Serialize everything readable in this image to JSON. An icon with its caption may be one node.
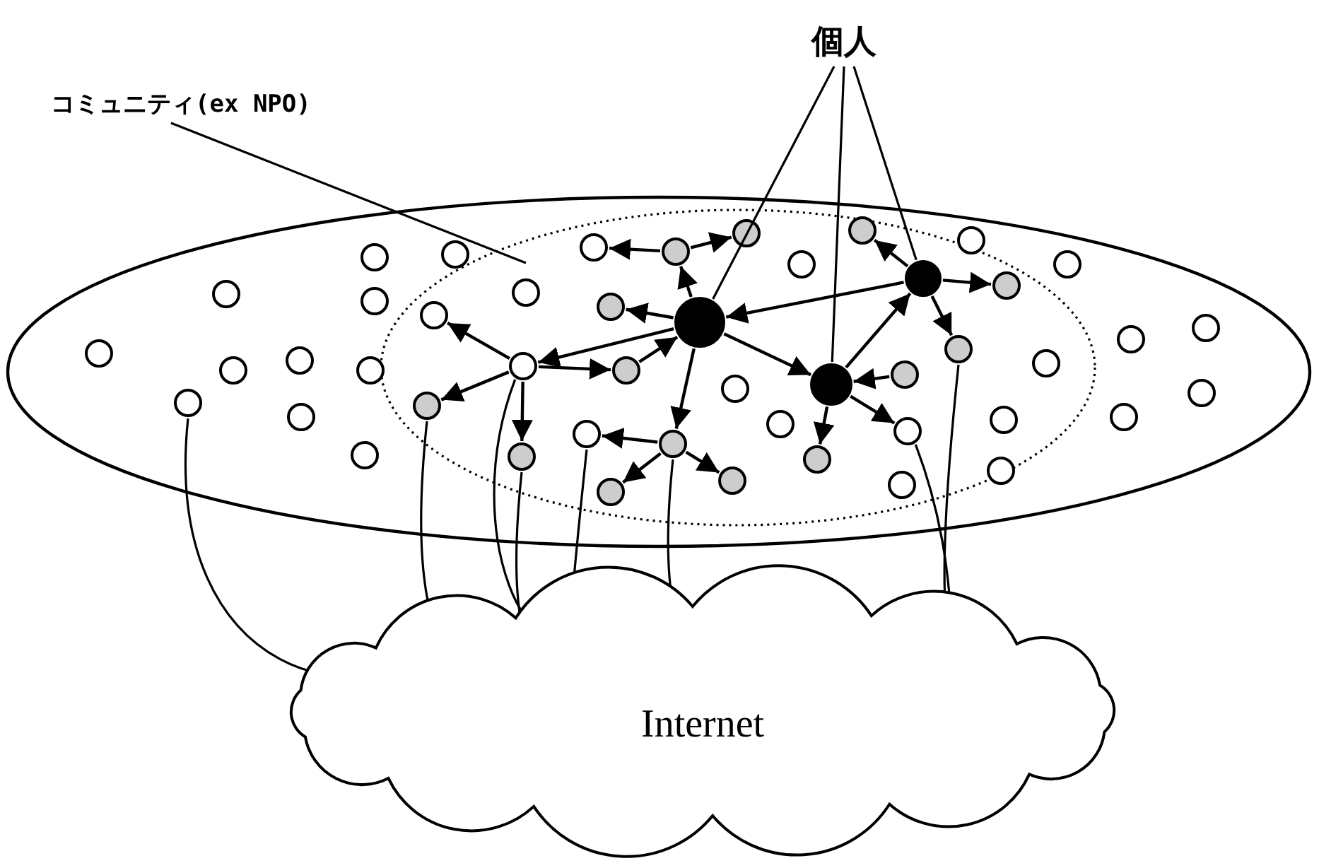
{
  "diagram": {
    "nodes": [
      {
        "text": [
          "個人"
        ]
      },
      {
        "text": [
          "コミュニティ(ex NPO)"
        ]
      },
      {
        "text": [],
        "shape": "ellipse"
      },
      {
        "text": [],
        "shape": "ellipse",
        "in": 2
      },
      {
        "text": [],
        "shape": "circle",
        "in": 2
      },
      {
        "text": [],
        "shape": "circle",
        "in": 2
      },
      {
        "text": [],
        "shape": "circle",
        "in": 2
      },
      {
        "text": [],
        "shape": "circle",
        "in": 2
      },
      {
        "text": [],
        "shape": "circle",
        "in": 2
      },
      {
        "text": [],
        "shape": "circle",
        "in": 2
      },
      {
        "text": [],
        "shape": "circle",
        "in": 2
      },
      {
        "text": [],
        "shape": "circle",
        "in": 2
      },
      {
        "text": [],
        "shape": "circle",
        "in": 2
      },
      {
        "text": [],
        "shape": "circle",
        "in": 2
      },
      {
        "text": [],
        "shape": "circle",
        "in": 2
      },
      {
        "text": [],
        "shape": "circle",
        "in": 2
      },
      {
        "text": [],
        "shape": "circle",
        "in": 2
      },
      {
        "text": [],
        "shape": "circle",
        "in": 2
      },
      {
        "text": [],
        "shape": "circle",
        "in": 2
      },
      {
        "text": [],
        "shape": "circle",
        "in": 2
      },
      {
        "text": [],
        "shape": "circle",
        "in": 3
      },
      {
        "text": [],
        "shape": "circle",
        "in": 3
      },
      {
        "text": [],
        "shape": "circle",
        "in": 3
      },
      {
        "text": [],
        "shape": "circle",
        "in": 3
      },
      {
        "text": [],
        "shape": "circle",
        "in": 3
      },
      {
        "text": [],
        "shape": "circle",
        "in": 3
      },
      {
        "text": [],
        "shape": "circle",
        "in": 3
      },
      {
        "text": [],
        "shape": "circle",
        "in": 3
      },
      {
        "text": [],
        "shape": "circle",
        "in": 3
      },
      {
        "text": [],
        "shape": "circle",
        "in": 3
      },
      {
        "text": [],
        "shape": "circle",
        "in": 3
      },
      {
        "text": [],
        "shape": "circle",
        "in": 3
      },
      {
        "text": [],
        "shape": "circle",
        "in": 3
      },
      {
        "text": [],
        "shape": "circle",
        "in": 3
      },
      {
        "text": [],
        "shape": "circle",
        "in": 3
      },
      {
        "text": [],
        "shape": "circle",
        "in": 3
      },
      {
        "text": [],
        "shape": "circle",
        "in": 3
      },
      {
        "text": [],
        "shape": "circle",
        "in": 3
      },
      {
        "text": [],
        "shape": "circle",
        "in": 3
      },
      {
        "text": [],
        "shape": "circle",
        "in": 3
      },
      {
        "text": [],
        "shape": "circle",
        "in": 3
      },
      {
        "text": [],
        "shape": "circle",
        "in": 3
      },
      {
        "text": [],
        "shape": "circle",
        "in": 3
      },
      {
        "text": [],
        "shape": "circle",
        "in": 3
      },
      {
        "text": [],
        "shape": "circle",
        "in": 3
      },
      {
        "text": [],
        "shape": "circle",
        "in": 3
      },
      {
        "text": [],
        "shape": "circle",
        "in": 3
      },
      {
        "text": [],
        "shape": "circle",
        "in": 3
      },
      {
        "text": [],
        "shape": "circle",
        "in": 3
      },
      {
        "text": [],
        "shape": "circle",
        "in": 3
      },
      {
        "text": [],
        "shape": "circle",
        "in": 3
      },
      {
        "text": [
          "Internet"
        ]
      }
    ],
    "edges": [
      {
        "from": 0,
        "to": 32,
        "arrow": "none"
      },
      {
        "from": 0,
        "to": 38,
        "arrow": "none"
      },
      {
        "from": 0,
        "to": 28,
        "arrow": "none"
      },
      {
        "from": 1,
        "to": 3,
        "arrow": "none"
      },
      {
        "from": 23,
        "to": 22,
        "arrow": "to"
      },
      {
        "from": 23,
        "to": 24,
        "arrow": "to"
      },
      {
        "from": 32,
        "to": 23,
        "arrow": "to"
      },
      {
        "from": 32,
        "to": 31,
        "arrow": "to"
      },
      {
        "from": 32,
        "to": 35,
        "arrow": "to"
      },
      {
        "from": 35,
        "to": 30,
        "arrow": "to"
      },
      {
        "from": 35,
        "to": 40,
        "arrow": "to"
      },
      {
        "from": 35,
        "to": 36,
        "arrow": "to"
      },
      {
        "from": 35,
        "to": 46,
        "arrow": "to"
      },
      {
        "from": 36,
        "to": 32,
        "arrow": "to"
      },
      {
        "from": 32,
        "to": 44,
        "arrow": "to"
      },
      {
        "from": 44,
        "to": 45,
        "arrow": "to"
      },
      {
        "from": 44,
        "to": 49,
        "arrow": "to"
      },
      {
        "from": 44,
        "to": 48,
        "arrow": "to"
      },
      {
        "from": 28,
        "to": 32,
        "arrow": "to"
      },
      {
        "from": 28,
        "to": 26,
        "arrow": "to"
      },
      {
        "from": 28,
        "to": 29,
        "arrow": "to"
      },
      {
        "from": 28,
        "to": 33,
        "arrow": "to"
      },
      {
        "from": 32,
        "to": 38,
        "arrow": "to"
      },
      {
        "from": 38,
        "to": 28,
        "arrow": "to"
      },
      {
        "from": 38,
        "to": 47,
        "arrow": "to"
      },
      {
        "from": 38,
        "to": 42,
        "arrow": "to"
      },
      {
        "from": 39,
        "to": 38,
        "arrow": "to"
      },
      {
        "from": 6,
        "to": 51,
        "arrow": "none"
      },
      {
        "from": 40,
        "to": 51,
        "arrow": "none"
      },
      {
        "from": 35,
        "to": 51,
        "arrow": "none"
      },
      {
        "from": 46,
        "to": 51,
        "arrow": "none"
      },
      {
        "from": 45,
        "to": 51,
        "arrow": "none"
      },
      {
        "from": 44,
        "to": 51,
        "arrow": "none"
      },
      {
        "from": 42,
        "to": 51,
        "arrow": "none"
      },
      {
        "from": 33,
        "to": 51,
        "arrow": "none"
      }
    ]
  }
}
